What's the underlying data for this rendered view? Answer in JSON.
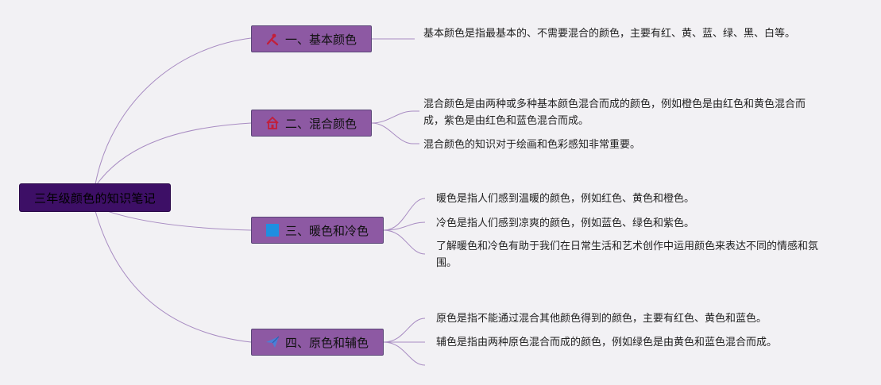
{
  "root": {
    "label": "三年级颜色的知识笔记"
  },
  "branches": [
    {
      "label": "一、基本颜色",
      "icon": "tools-icon",
      "leaves": [
        "基本颜色是指最基本的、不需要混合的颜色，主要有红、黄、蓝、绿、黑、白等。"
      ]
    },
    {
      "label": "二、混合颜色",
      "icon": "house-icon",
      "leaves": [
        "混合颜色是由两种或多种基本颜色混合而成的颜色，例如橙色是由红色和黄色混合而成，紫色是由红色和蓝色混合而成。",
        "混合颜色的知识对于绘画和色彩感知非常重要。"
      ]
    },
    {
      "label": "三、暖色和冷色",
      "icon": "blue-square-icon",
      "leaves": [
        "暖色是指人们感到温暖的颜色，例如红色、黄色和橙色。",
        "冷色是指人们感到凉爽的颜色，例如蓝色、绿色和紫色。",
        "了解暖色和冷色有助于我们在日常生活和艺术创作中运用颜色来表达不同的情感和氛围。"
      ]
    },
    {
      "label": "四、原色和辅色",
      "icon": "paper-plane-icon",
      "leaves": [
        "原色是指不能通过混合其他颜色得到的颜色，主要有红色、黄色和蓝色。",
        "辅色是指由两种原色混合而成的颜色，例如绿色是由黄色和蓝色混合而成。"
      ]
    }
  ],
  "colors": {
    "background": "#f2f1f4",
    "root_fill": "#3d0f66",
    "branch_fill": "#8d59a3",
    "link": "#a88cc2"
  }
}
